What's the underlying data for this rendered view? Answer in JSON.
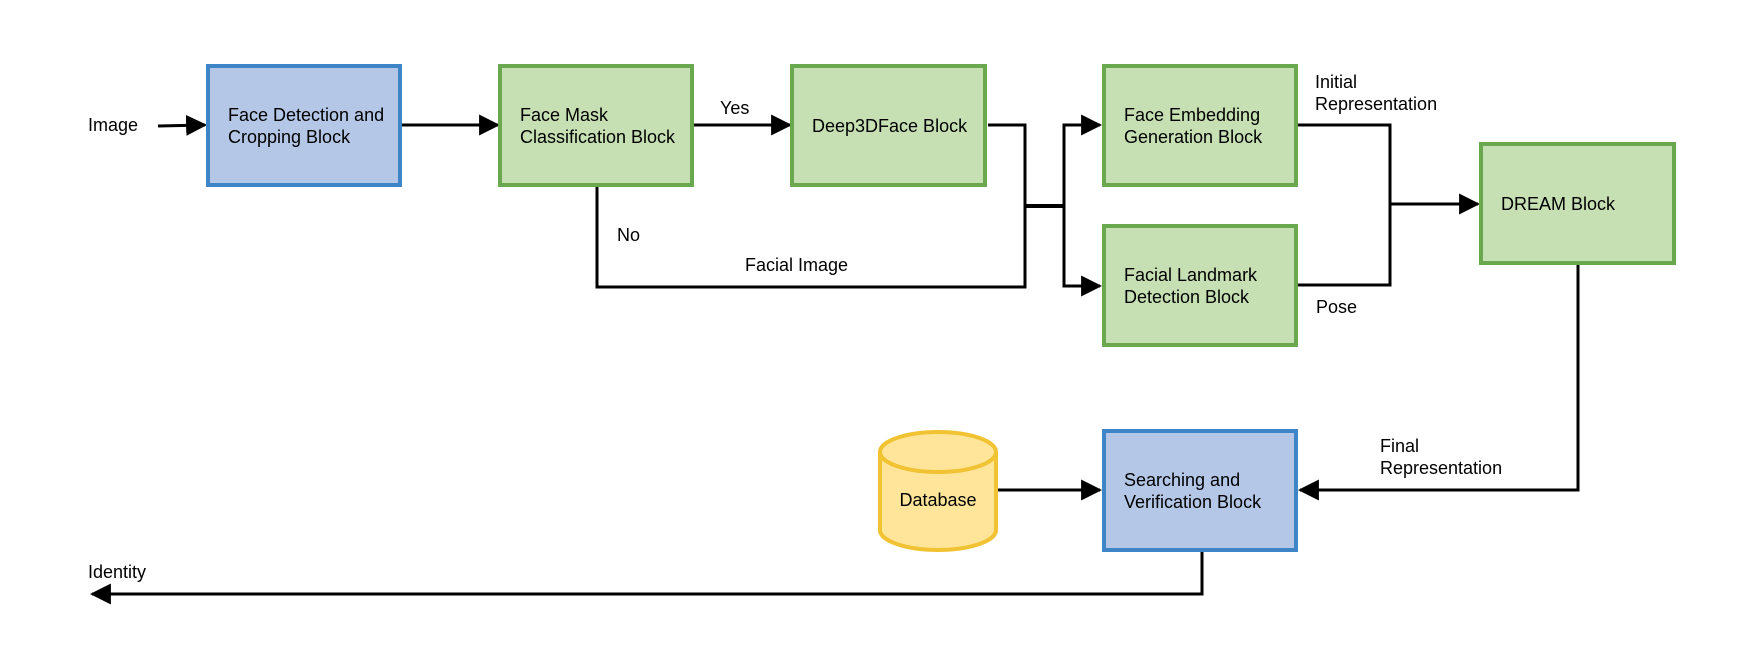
{
  "nodes": {
    "face_detection": "Face Detection and\nCropping Block",
    "face_mask": "Face Mask\nClassification Block",
    "deep3dface": "Deep3DFace Block",
    "face_embedding": "Face Embedding\nGeneration Block",
    "facial_landmark": "Facial Landmark\nDetection Block",
    "dream": "DREAM Block",
    "searching": "Searching and\nVerification Block",
    "database": "Database"
  },
  "edge_labels": {
    "image": "Image",
    "yes": "Yes",
    "no": "No",
    "facial_image": "Facial Image",
    "initial_representation": "Initial\nRepresentation",
    "pose": "Pose",
    "final_representation": "Final\nRepresentation",
    "identity": "Identity"
  },
  "colors": {
    "blue_fill": "#b4c7e7",
    "blue_border": "#3d85c6",
    "green_fill": "#c6e0b4",
    "green_border": "#6aa84f",
    "db_fill": "#ffe599",
    "db_border": "#f1c232"
  }
}
